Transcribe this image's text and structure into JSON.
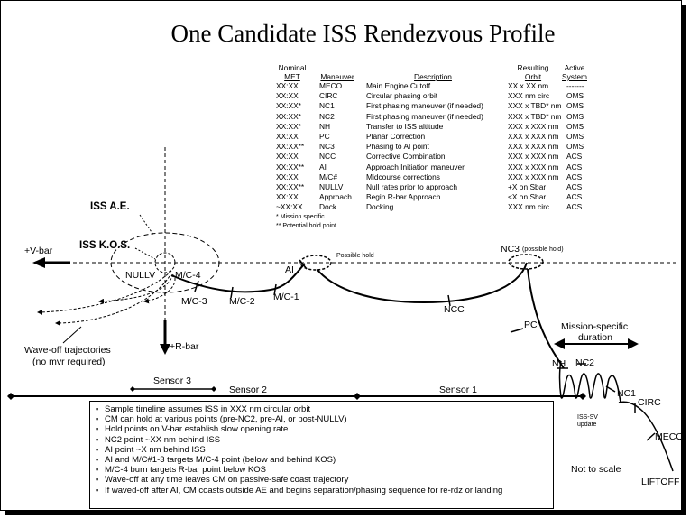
{
  "title": "One Candidate ISS Rendezvous Profile",
  "table": {
    "headers": {
      "met_top": "Nominal",
      "met": "MET",
      "maneuver": "Maneuver",
      "description": "Description",
      "orbit_top": "Resulting",
      "orbit": "Orbit",
      "system_top": "Active",
      "system": "System"
    },
    "rows": [
      {
        "met": "XX:XX",
        "maneuver": "MECO",
        "description": "Main Engine Cutoff",
        "orbit": "XX x XX nm",
        "system": "-------"
      },
      {
        "met": "XX:XX",
        "maneuver": "CIRC",
        "description": "Circular phasing orbit",
        "orbit": "XXX nm circ",
        "system": "OMS"
      },
      {
        "met": "XX:XX*",
        "maneuver": "NC1",
        "description": "First phasing maneuver (if needed)",
        "orbit": "XXX x TBD* nm",
        "system": "OMS"
      },
      {
        "met": "XX:XX*",
        "maneuver": "NC2",
        "description": "First phasing maneuver (if needed)",
        "orbit": "XXX x TBD* nm",
        "system": "OMS"
      },
      {
        "met": "XX:XX*",
        "maneuver": "NH",
        "description": "Transfer to ISS altitude",
        "orbit": "XXX x XXX nm",
        "system": "OMS"
      },
      {
        "met": "XX:XX",
        "maneuver": "PC",
        "description": "Planar Correction",
        "orbit": "XXX x XXX nm",
        "system": "OMS"
      },
      {
        "met": "XX:XX**",
        "maneuver": "NC3",
        "description": "Phasing to AI point",
        "orbit": "XXX x XXX nm",
        "system": "OMS"
      },
      {
        "met": "XX:XX",
        "maneuver": "NCC",
        "description": "Corrective Combination",
        "orbit": "XXX x XXX nm",
        "system": "ACS"
      },
      {
        "met": "XX:XX**",
        "maneuver": "AI",
        "description": "Approach Initiation maneuver",
        "orbit": "XXX x XXX nm",
        "system": "ACS"
      },
      {
        "met": "XX:XX",
        "maneuver": "M/C#",
        "description": "Midcourse corrections",
        "orbit": "XXX x XXX nm",
        "system": "ACS"
      },
      {
        "met": "XX:XX**",
        "maneuver": "NULLV",
        "description": "Null rates prior to approach",
        "orbit": "+X on Sbar",
        "system": "ACS"
      },
      {
        "met": "XX:XX",
        "maneuver": "Approach",
        "description": "Begin R-bar Approach",
        "orbit": "<X on Sbar",
        "system": "ACS"
      },
      {
        "met": "~XX:XX",
        "maneuver": "Dock",
        "description": "Docking",
        "orbit": "XXX nm circ",
        "system": "ACS"
      }
    ],
    "footnote1": "* Mission specific",
    "footnote2": "** Potential hold point"
  },
  "diagram": {
    "iss_ae": "ISS A.E.",
    "iss_kos": "ISS K.O.S.",
    "vbar": "+V-bar",
    "rbar": "+R-bar",
    "nullv": "NULLV",
    "mc4": "M/C-4",
    "mc3": "M/C-3",
    "mc2": "M/C-2",
    "mc1": "M/C-1",
    "ai": "AI",
    "possible_hold": "Possible hold",
    "nc3": "NC3",
    "nc3_hold": "(possible hold)",
    "ncc": "NCC",
    "pc": "PC",
    "nh": "NH",
    "nc2": "NC2",
    "nc1": "NC1",
    "circ": "CIRC",
    "meco": "MECO",
    "liftoff": "LIFTOFF",
    "not_to_scale": "Not to scale",
    "iss_sv_update": "ISS-SV update",
    "mission_duration_1": "Mission-specific",
    "mission_duration_2": "duration",
    "waveoff_1": "Wave-off trajectories",
    "waveoff_2": "(no mvr required)",
    "sensor3": "Sensor 3",
    "sensor2": "Sensor 2",
    "sensor1": "Sensor 1"
  },
  "notes": [
    "Sample timeline assumes ISS in XXX nm circular orbit",
    "CM can hold at various points (pre-NC2, pre-AI, or post-NULLV)",
    "Hold points on V-bar establish slow opening rate",
    "NC2 point ~XX nm behind ISS",
    "AI point ~X nm behind ISS",
    "AI and M/C#1-3 targets M/C-4 point (below and behind KOS)",
    "M/C-4 burn targets R-bar point below KOS",
    "Wave-off at any time leaves CM on passive-safe coast trajectory",
    "If waved-off after AI, CM coasts outside AE and begins separation/phasing sequence for re-rdz or landing"
  ]
}
